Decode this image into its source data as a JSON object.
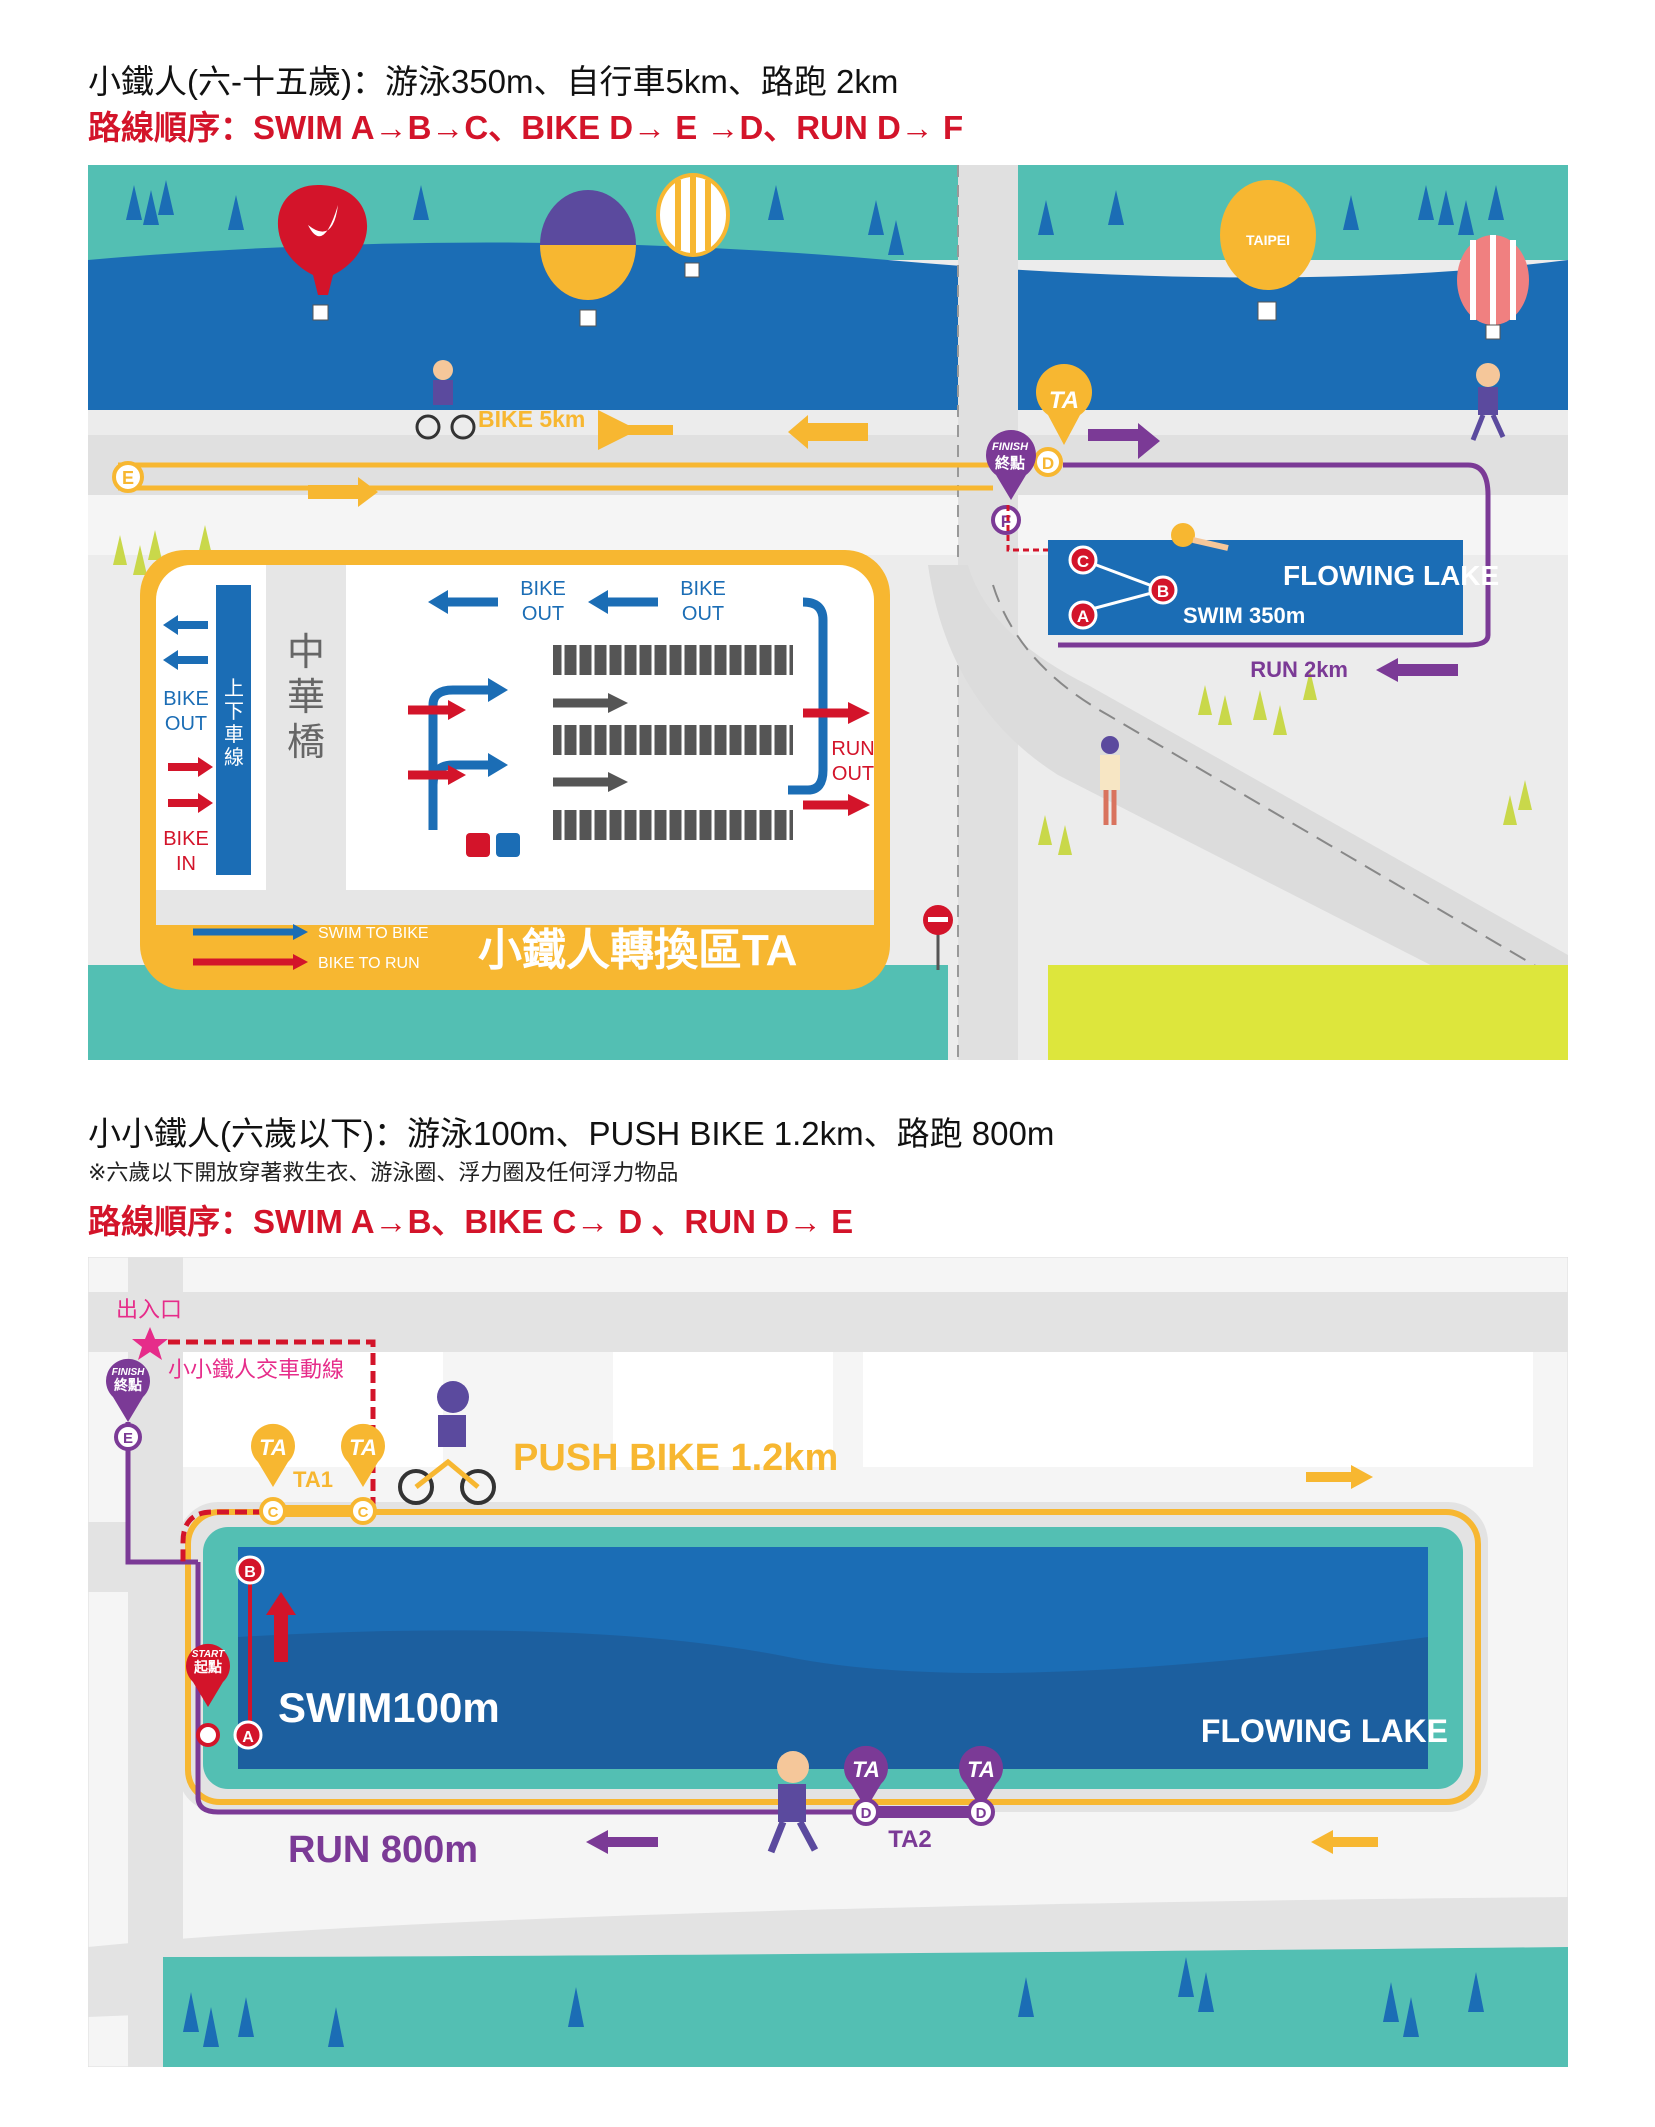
{
  "section1": {
    "title": "小鐵人(六-十五歲)：游泳350m、自行車5km、路跑 2km",
    "route": "路線順序：SWIM A→B→C、BIKE D→ E →D、RUN  D→ F",
    "labels": {
      "bike_distance": "BIKE 5km",
      "flowing_lake": "FLOWING LAKE",
      "swim_distance": "SWIM 350m",
      "run_distance": "RUN 2km",
      "finish_en": "FINISH",
      "finish_zh": "終點",
      "ta": "TA",
      "bridge": "中華橋",
      "lane": "上下車線",
      "bike_out": "BIKE OUT",
      "bike_in": "BIKE IN",
      "run_out": "RUN OUT",
      "legend_swim_to_bike": "SWIM TO BIKE",
      "legend_bike_to_run": "BIKE TO RUN",
      "ta_zone": "小鐵人轉換區TA",
      "logo_text": "TAIPEI"
    },
    "points": [
      "A",
      "B",
      "C",
      "D",
      "E",
      "F"
    ]
  },
  "section2": {
    "title": "小小鐵人(六歲以下)：游泳100m、PUSH BIKE 1.2km、路跑 800m",
    "note": "※六歲以下開放穿著救生衣、游泳圈、浮力圈及任何浮力物品",
    "route": "路線順序：SWIM A→B、BIKE C→ D 、RUN D→ E",
    "labels": {
      "entrance": "出入口",
      "bike_drop_route": "小小鐵人交車動線",
      "finish_en": "FINISH",
      "finish_zh": "終點",
      "start_en": "START",
      "start_zh": "起點",
      "ta": "TA",
      "ta1": "TA1",
      "ta2": "TA2",
      "push_bike": "PUSH BIKE 1.2km",
      "swim": "SWIM100m",
      "flowing_lake": "FLOWING LAKE",
      "run": "RUN 800m"
    },
    "points": [
      "A",
      "B",
      "C",
      "D",
      "E"
    ]
  },
  "colors": {
    "red": "#d3142a",
    "orange": "#f7b731",
    "purple": "#7b3a96",
    "blue": "#1b6db5",
    "teal": "#53bfb3",
    "gray": "#e3e3e3",
    "lime": "#dde63c"
  }
}
